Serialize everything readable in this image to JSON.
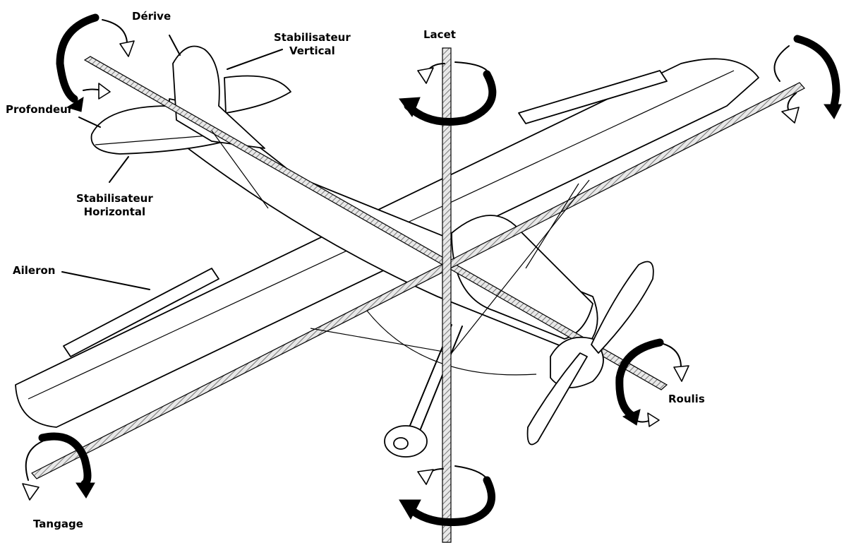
{
  "labels": {
    "derive": "Dérive",
    "stabilisateur_vertical_1": "Stabilisateur",
    "stabilisateur_vertical_2": "Vertical",
    "profondeur": "Profondeur",
    "stabilisateur_horizontal_1": "Stabilisateur",
    "stabilisateur_horizontal_2": "Horizontal",
    "aileron": "Aileron",
    "lacet": "Lacet",
    "roulis": "Roulis",
    "tangage": "Tangage"
  }
}
